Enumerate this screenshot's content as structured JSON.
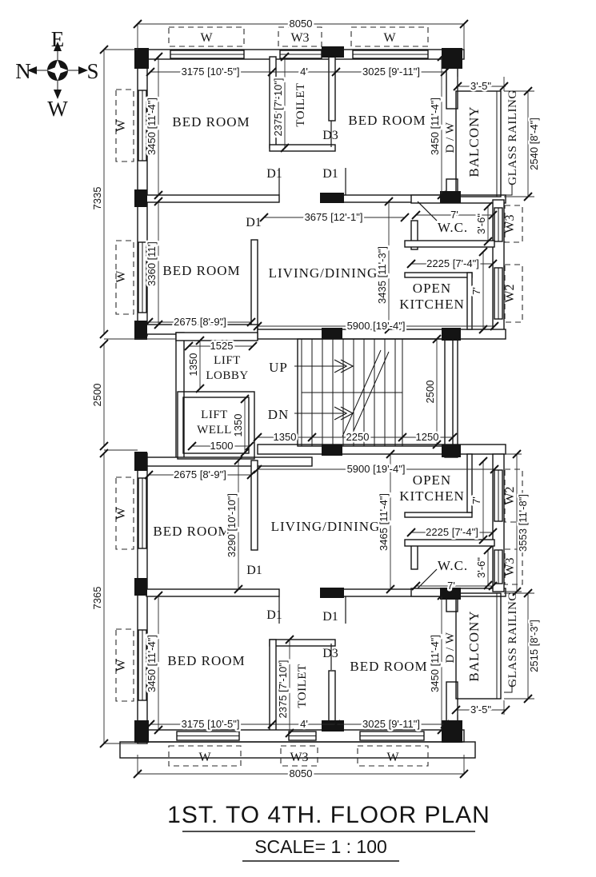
{
  "compass": {
    "top": "E",
    "left": "N",
    "right": "S",
    "bottom": "W"
  },
  "title": {
    "heading": "1ST. TO 4TH. FLOOR PLAN",
    "scale": "SCALE= 1 : 100"
  },
  "rooms": {
    "bedroom": "BED ROOM",
    "toilet": "TOILET",
    "living": "LIVING/DINING",
    "kitchen_line1": "OPEN",
    "kitchen_line2": "KITCHEN",
    "wc": "W.C.",
    "balcony": "BALCONY",
    "lift": "LIFT",
    "lobby": "LOBBY",
    "well": "WELL",
    "up": "UP",
    "dn": "DN"
  },
  "openings": {
    "d1": "D1",
    "d3": "D3",
    "dw": "D / W",
    "w": "W",
    "w2": "W2",
    "w3": "W3",
    "glass_railing": "GLASS RAILING"
  },
  "dims": {
    "v8050": "8050",
    "v3175": "3175 [10'-5\"]",
    "v4ft": "4'",
    "v3025": "3025 [9'-11\"]",
    "v3450": "3450 [11'-4\"]",
    "v7335": "7335",
    "v2500": "2500",
    "v7365": "7365",
    "v3360": "3360 [11']",
    "v2675": "2675 [8'-9\"]",
    "v2375": "2375 [7'-10\"]",
    "v3675": "3675 [12'-1\"]",
    "v3435": "3435 [11'-3\"]",
    "v3465": "3465 [11'-4\"]",
    "v3290": "3290 [10'-10\"]",
    "v5900": "5900 [19'-4\"]",
    "v2225": "2225 [7'-4\"]",
    "v7ft": "7'",
    "v3ft6": "3'-6\"",
    "v3ft5": "3'-5\"",
    "v2540": "2540 [8'-4\"]",
    "v2515": "2515 [8'-3\"]",
    "v3553": "3553 [11'-8\"]",
    "v1525": "1525",
    "v1350": "1350",
    "v1500": "1500",
    "v2250": "2250",
    "v1250": "1250"
  }
}
